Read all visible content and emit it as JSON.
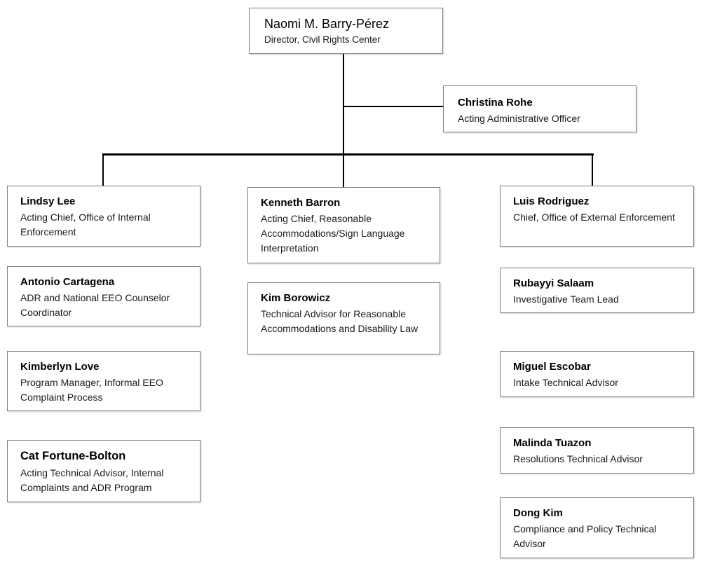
{
  "org_chart": {
    "colors": {
      "background": "#ffffff",
      "box_fill": "#ffffff",
      "box_border": "#7f7f7f",
      "connector_line": "#000000",
      "name_text": "#000000",
      "title_text": "#1a1a1a"
    },
    "nodes": [
      {
        "name": "Naomi M. Barry-Pérez",
        "title": "Director, Civil Rights Center"
      },
      {
        "name": "Christina Rohe",
        "title": "Acting Administrative Officer"
      },
      {
        "name": "Lindsy Lee",
        "title": "Acting Chief, Office of Internal Enforcement"
      },
      {
        "name": "Antonio Cartagena",
        "title": "ADR and National EEO Counselor Coordinator"
      },
      {
        "name": "Kimberlyn Love",
        "title": "Program Manager, Informal EEO Complaint Process"
      },
      {
        "name": "Cat Fortune-Bolton",
        "title": "Acting Technical Advisor, Internal Complaints and ADR Program"
      },
      {
        "name": "Kenneth Barron",
        "title": "Acting Chief, Reasonable Accommodations/Sign Language Interpretation"
      },
      {
        "name": "Kim Borowicz",
        "title": "Technical Advisor for Reasonable Accommodations and Disability Law"
      },
      {
        "name": "Luis Rodriguez",
        "title": "Chief, Office of External Enforcement"
      },
      {
        "name": "Rubayyi Salaam",
        "title": "Investigative Team Lead"
      },
      {
        "name": "Miguel Escobar",
        "title": "Intake Technical Advisor"
      },
      {
        "name": "Malinda Tuazon",
        "title": "Resolutions Technical Advisor"
      },
      {
        "name": "Dong Kim",
        "title": "Compliance and Policy Technical Advisor"
      }
    ]
  }
}
